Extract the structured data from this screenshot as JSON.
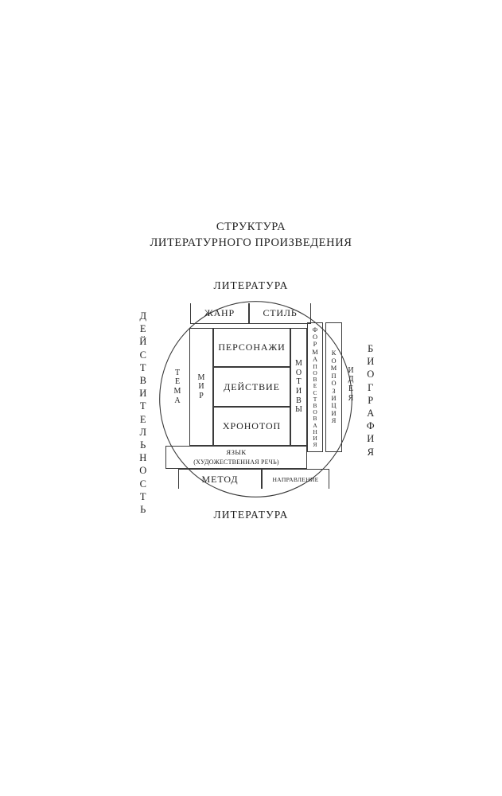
{
  "title": {
    "line1": "СТРУКТУРА",
    "line2": "ЛИТЕРАТУРНОГО ПРОИЗВЕДЕНИЯ"
  },
  "captions": {
    "top": "ЛИТЕРАТУРА",
    "bottom": "ЛИТЕРАТУРА",
    "left": "ДЕЙСТВИТЕЛЬНОСТЬ",
    "right": "БИОГРАФИЯ"
  },
  "diagram": {
    "shape": "ellipse",
    "top_row": {
      "genre": "ЖАНР",
      "style": "СТИЛЬ"
    },
    "left_column_outer": "ТЕМА",
    "left_column_inner": "МИР",
    "center_rows": [
      "ПЕРСОНАЖИ",
      "ДЕЙСТВИЕ",
      "ХРОНОТОП"
    ],
    "language_row": {
      "line1": "ЯЗЫК",
      "line2": "(ХУДОЖЕСТВЕННАЯ РЕЧЬ)"
    },
    "right_columns": [
      "МОТИВЫ",
      "ФОРМА",
      "ПОВЕСТВОВАНИЯ",
      "КОМПОЗИЦИЯ"
    ],
    "right_column_outer": "ИДЕЯ",
    "bottom_row": {
      "method": "МЕТОД",
      "direction": "НАПРАВЛЕНИЕ"
    }
  },
  "colors": {
    "ink": "#1f1f1f",
    "stroke": "#3a3a3a",
    "background": "#ffffff"
  }
}
